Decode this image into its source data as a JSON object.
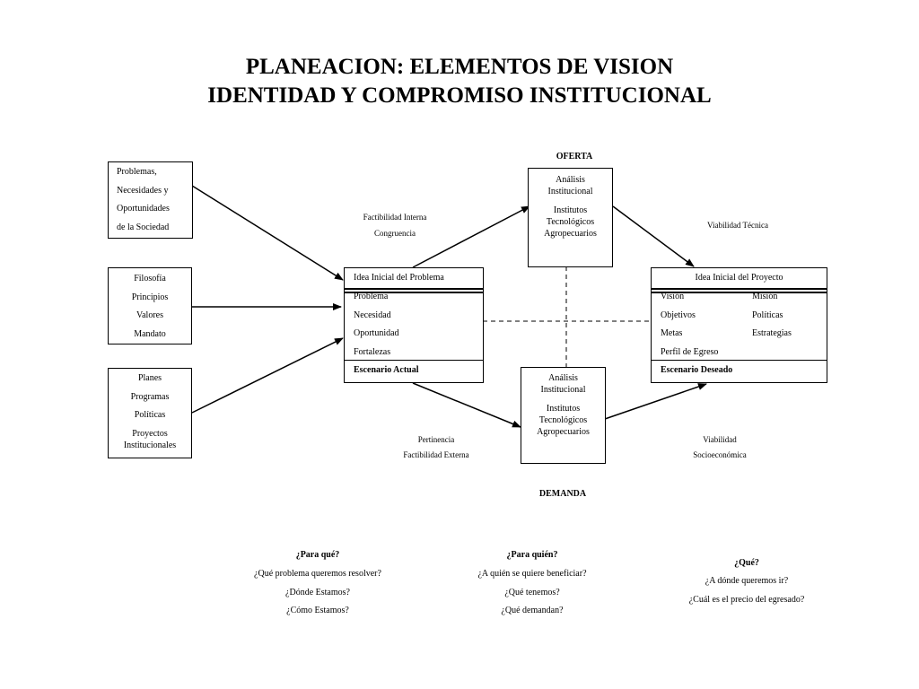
{
  "title": {
    "line1": "PLANEACION: ELEMENTOS DE VISION",
    "line2": "IDENTIDAD Y COMPROMISO INSTITUCIONAL"
  },
  "left_boxes": {
    "top": [
      "Problemas,",
      "Necesidades y",
      "Oportunidades",
      "de la Sociedad"
    ],
    "middle": [
      "Filosofía",
      "Principios",
      "Valores",
      "Mandato"
    ],
    "bottom": [
      "Planes",
      "Programas",
      "Políticas",
      "Proyectos",
      "Institucionales"
    ]
  },
  "oferta": {
    "label": "OFERTA",
    "box": [
      "Análisis",
      "Institucional",
      "Institutos",
      "Tecnológicos",
      "Agropecuarios"
    ]
  },
  "demanda": {
    "label": "DEMANDA",
    "box": [
      "Análisis",
      "Institucional",
      "Institutos",
      "Tecnológicos",
      "Agropecuarios"
    ]
  },
  "problem_box": {
    "header": "Idea Inicial del Problema",
    "items": [
      "Problema",
      "Necesidad",
      "Oportunidad",
      "Fortalezas"
    ],
    "footer": "Escenario Actual"
  },
  "project_box": {
    "header": "Idea Inicial del Proyecto",
    "col1": [
      "Visión",
      "Objetivos",
      "Metas",
      "Perfil de Egreso"
    ],
    "col2": [
      "Misión",
      "Políticas",
      "Estrategias"
    ],
    "footer": "Escenario Deseado"
  },
  "arrow_labels": {
    "factibilidad_interna": "Factibilidad Interna",
    "congruencia": "Congruencia",
    "viabilidad_tecnica": "Viabilidad Técnica",
    "pertinencia": "Pertinencia",
    "factibilidad_externa": "Factibilidad Externa",
    "viabilidad": "Viabilidad",
    "socioeconomica": "Socioeconómica"
  },
  "questions": {
    "para_que": {
      "heading": "¿Para qué?",
      "lines": [
        "¿Qué problema queremos resolver?",
        "¿Dónde Estamos?",
        "¿Cómo Estamos?"
      ]
    },
    "para_quien": {
      "heading": "¿Para quién?",
      "lines": [
        "¿A quién se quiere beneficiar?",
        "¿Qué tenemos?",
        "¿Qué demandan?"
      ]
    },
    "que": {
      "heading": "¿Qué?",
      "lines": [
        "¿A dónde queremos ir?",
        "¿Cuál es el precio del egresado?"
      ]
    }
  }
}
